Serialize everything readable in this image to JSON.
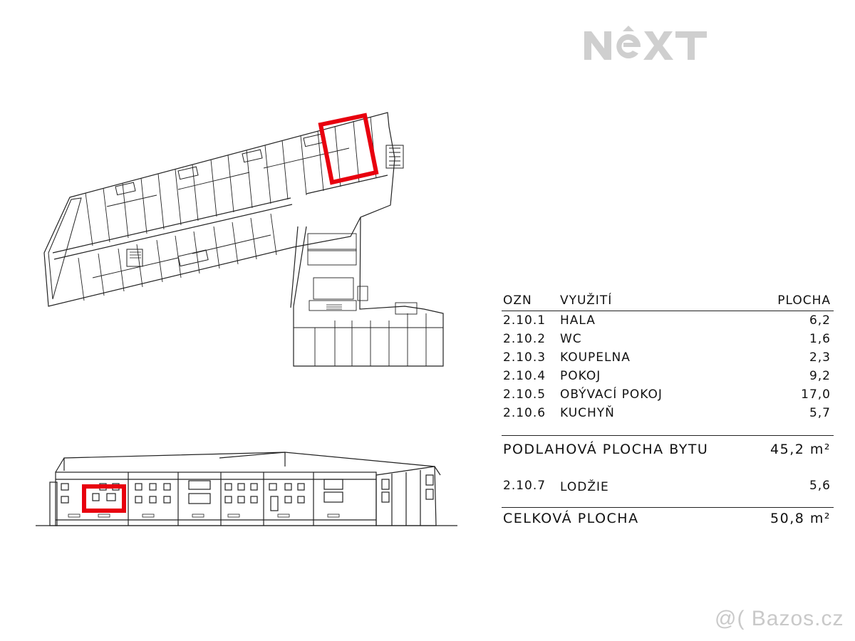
{
  "brand": {
    "logo_text": "NEXT"
  },
  "table": {
    "headers": {
      "code": "OZN",
      "use": "VYUŽITÍ",
      "area": "PLOCHA"
    },
    "rows": [
      {
        "code": "2.10.1",
        "use": "HALA",
        "area": "6,2"
      },
      {
        "code": "2.10.2",
        "use": "WC",
        "area": "1,6"
      },
      {
        "code": "2.10.3",
        "use": "KOUPELNA",
        "area": "2,3"
      },
      {
        "code": "2.10.4",
        "use": "POKOJ",
        "area": "9,2"
      },
      {
        "code": "2.10.5",
        "use": "OBÝVACÍ POKOJ",
        "area": "17,0"
      },
      {
        "code": "2.10.6",
        "use": "KUCHYŇ",
        "area": "5,7"
      }
    ],
    "floor_area": {
      "label": "PODLAHOVÁ PLOCHA BYTU",
      "value": "45,2 m²"
    },
    "loggia": {
      "code": "2.10.7",
      "use": "LODŽIE",
      "area": "5,6"
    },
    "total": {
      "label": "CELKOVÁ PLOCHA",
      "value": "50,8 m²"
    }
  },
  "watermark": {
    "text": "@( Bazos.cz"
  },
  "colors": {
    "highlight": "#e8000e",
    "ink": "#222222",
    "logo": "#cfcfcf"
  }
}
